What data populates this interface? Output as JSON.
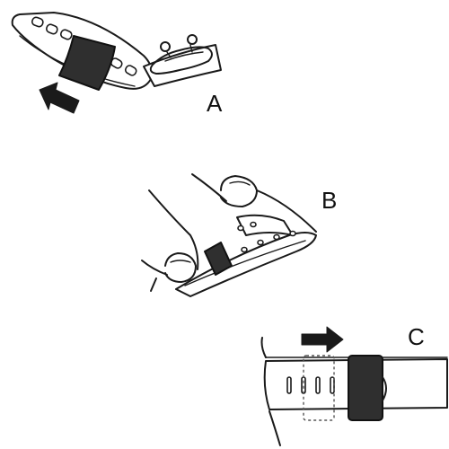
{
  "figure": {
    "panels": [
      {
        "id": "A",
        "label": "A"
      },
      {
        "id": "B",
        "label": "B"
      },
      {
        "id": "C",
        "label": "C"
      }
    ]
  },
  "icons": {
    "panel_a_arrow": "arrow-up-left-icon",
    "panel_c_arrow": "arrow-right-icon"
  }
}
